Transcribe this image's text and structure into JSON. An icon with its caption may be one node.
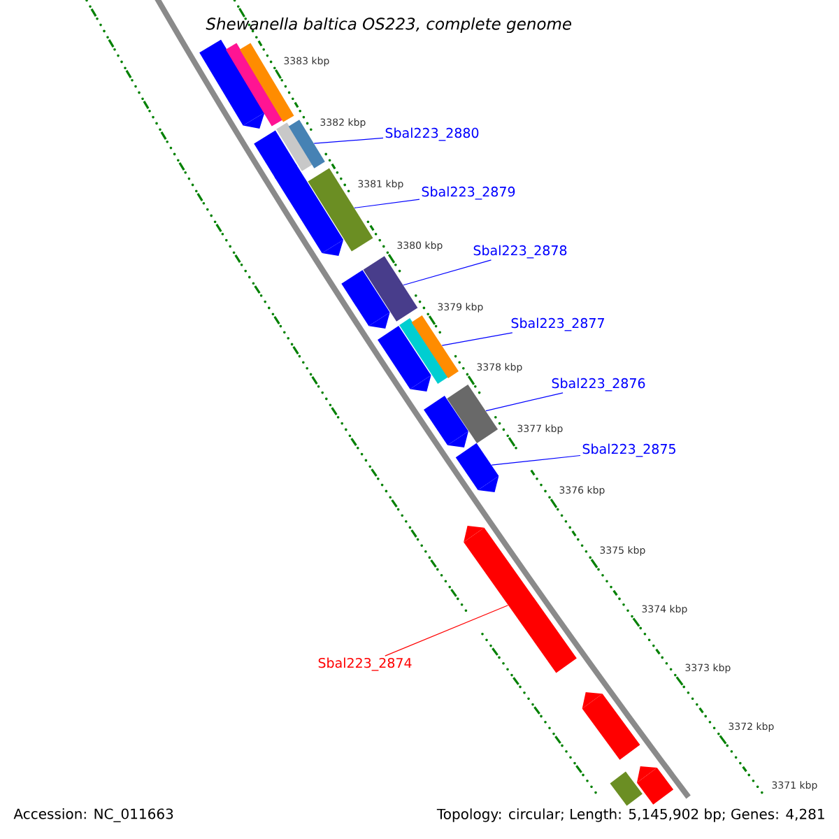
{
  "diagram": {
    "title": "Shewanella baltica OS223, complete genome",
    "nodes": [
      {
        "text": [
          "Sbal223_2880"
        ]
      },
      {
        "text": [
          "Sbal223_2879"
        ]
      },
      {
        "text": [
          "Sbal223_2878"
        ]
      },
      {
        "text": [
          "Sbal223_2877"
        ]
      },
      {
        "text": [
          "Sbal223_2876"
        ]
      },
      {
        "text": [
          "Sbal223_2875"
        ]
      },
      {
        "text": [
          "Sbal223_2874"
        ]
      },
      {
        "text": [],
        "shape": "arrow"
      },
      {
        "text": [],
        "shape": "bar"
      },
      {
        "text": [],
        "shape": "bar"
      },
      {
        "text": [],
        "shape": "bar"
      },
      {
        "text": [],
        "shape": "bar"
      },
      {
        "text": [],
        "shape": "arrow"
      },
      {
        "text": [],
        "shape": "arrow"
      },
      {
        "text": [],
        "shape": "bar"
      },
      {
        "text": [],
        "shape": "bar"
      },
      {
        "text": [],
        "shape": "arrow"
      },
      {
        "text": [],
        "shape": "bar"
      },
      {
        "text": [],
        "shape": "bar"
      },
      {
        "text": [],
        "shape": "arrow"
      },
      {
        "text": [],
        "shape": "bar"
      },
      {
        "text": [],
        "shape": "arrow"
      },
      {
        "text": [],
        "shape": "arrow"
      },
      {
        "text": [],
        "shape": "arrow"
      },
      {
        "text": [],
        "shape": "arrow"
      },
      {
        "text": [],
        "shape": "arrow"
      },
      {
        "text": [],
        "shape": "bar"
      }
    ],
    "edges": [
      {
        "from": 0,
        "to": 11,
        "arrow": "none"
      },
      {
        "from": 1,
        "to": 14,
        "arrow": "none"
      },
      {
        "from": 2,
        "to": 15,
        "arrow": "none"
      },
      {
        "from": 3,
        "to": 18,
        "arrow": "none"
      },
      {
        "from": 4,
        "to": 20,
        "arrow": "none"
      },
      {
        "from": 5,
        "to": 22,
        "arrow": "none"
      },
      {
        "from": 6,
        "to": 23,
        "arrow": "none",
        "color": "#ff0000"
      }
    ],
    "labels": [
      "3383 kbp",
      "3382 kbp",
      "3381 kbp",
      "3380 kbp",
      "3379 kbp",
      "3378 kbp",
      "3377 kbp",
      "3376 kbp",
      "3375 kbp",
      "3374 kbp",
      "3373 kbp",
      "3372 kbp",
      "3371 kbp",
      "Accession: NC_011663",
      "Topology: circular; Length: 5,145,902 bp; Genes: 4,281"
    ]
  }
}
